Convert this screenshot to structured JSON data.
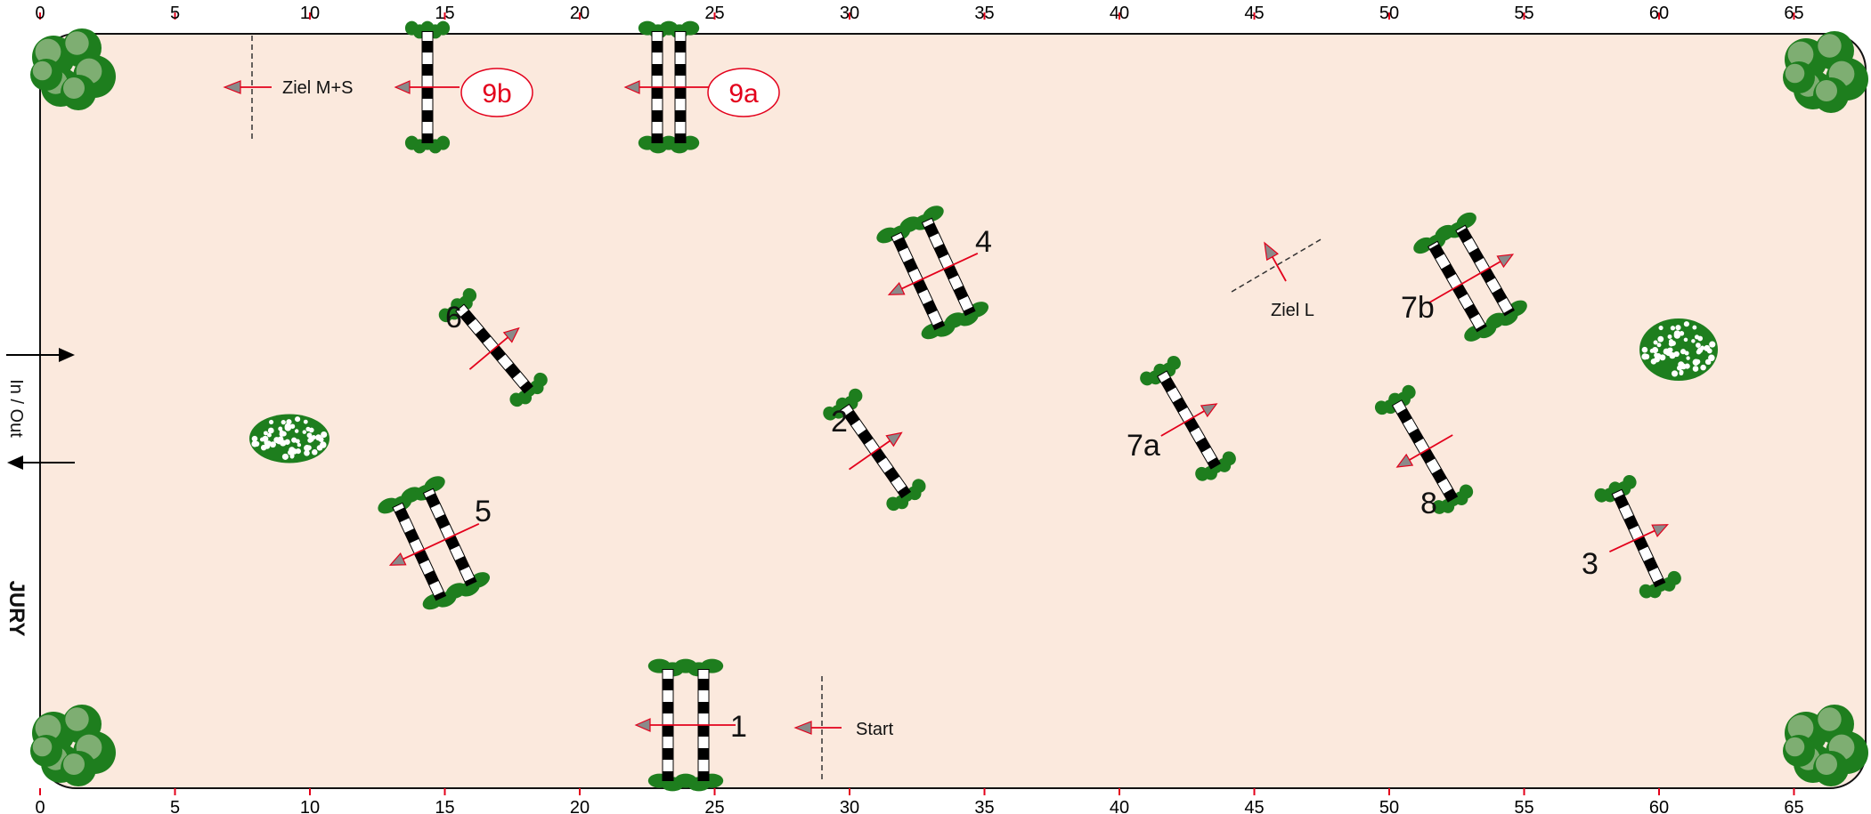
{
  "arena": {
    "fill": "#fbe9dd",
    "border": "#111111",
    "tick_color": "#e3001b",
    "scale_ticks": [
      "0",
      "5",
      "10",
      "15",
      "20",
      "25",
      "30",
      "35",
      "40",
      "45",
      "50",
      "55",
      "60",
      "65"
    ]
  },
  "colors": {
    "arrow": "#e3001b",
    "arrow_head": "#8a8a8a",
    "foliage": "#1e7e1e",
    "pole_dark": "#000000",
    "pole_light": "#ffffff",
    "bush_light": "#9fbf8f",
    "flower": "#ffffff"
  },
  "jumps": [
    {
      "id": "1",
      "label": "1",
      "type": "oxer"
    },
    {
      "id": "2",
      "label": "2",
      "type": "vertical"
    },
    {
      "id": "3",
      "label": "3",
      "type": "vertical"
    },
    {
      "id": "4",
      "label": "4",
      "type": "oxer"
    },
    {
      "id": "5",
      "label": "5",
      "type": "oxer"
    },
    {
      "id": "6",
      "label": "6",
      "type": "vertical"
    },
    {
      "id": "7a",
      "label": "7a",
      "type": "vertical"
    },
    {
      "id": "7b",
      "label": "7b",
      "type": "oxer"
    },
    {
      "id": "8",
      "label": "8",
      "type": "vertical"
    },
    {
      "id": "9a",
      "label": "9a",
      "type": "oxer",
      "circled": true
    },
    {
      "id": "9b",
      "label": "9b",
      "type": "vertical",
      "circled": true
    }
  ],
  "markers": {
    "start": "Start",
    "finish_ms": "Ziel M+S",
    "finish_l": "Ziel L"
  },
  "side": {
    "in_out": "In / Out",
    "jury": "JURY"
  }
}
